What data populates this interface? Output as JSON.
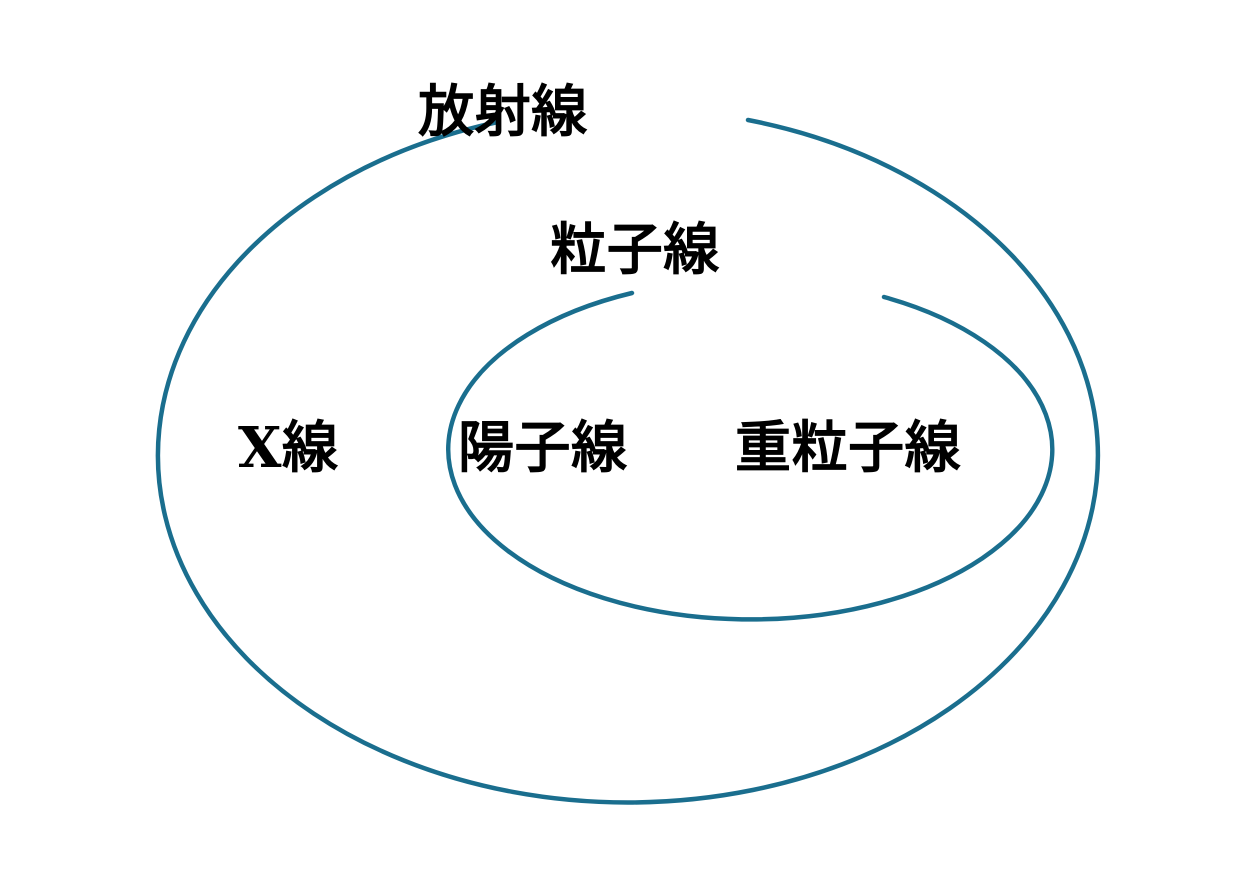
{
  "diagram": {
    "type": "venn-nested-ellipses",
    "background_color": "#ffffff",
    "stroke_color": "#1a6e8e",
    "text_color": "#000000",
    "outer_set": {
      "label": "放射線",
      "members_outside_inner": [
        "X線"
      ]
    },
    "inner_set": {
      "label": "粒子線",
      "members": [
        "陽子線",
        "重粒子線"
      ]
    },
    "labels": {
      "radiation": "放射線",
      "particle_beam": "粒子線",
      "x_ray": "X線",
      "proton_beam": "陽子線",
      "heavy_particle_beam": "重粒子線"
    }
  },
  "chart_data": {
    "type": "diagram",
    "title": "放射線",
    "sets": [
      {
        "name": "放射線",
        "level": 0,
        "center": [
          582,
          455
        ],
        "rx": 470,
        "ry": 347,
        "direct_members": [
          "X線"
        ]
      },
      {
        "name": "粒子線",
        "level": 1,
        "center": [
          750,
          455
        ],
        "rx": 302,
        "ry": 170,
        "direct_members": [
          "陽子線",
          "重粒子線"
        ]
      }
    ]
  }
}
